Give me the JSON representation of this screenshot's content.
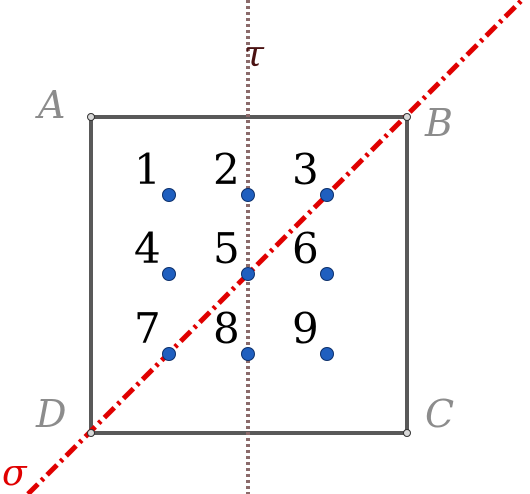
{
  "square": {
    "vertices": [
      "A",
      "B",
      "C",
      "D"
    ],
    "stroke_color": "#595959"
  },
  "axes": {
    "tau": {
      "label": "τ",
      "color": "#8b6b6b"
    },
    "sigma": {
      "label": "σ",
      "color": "#e00000"
    }
  },
  "cells": [
    {
      "label": "1"
    },
    {
      "label": "2"
    },
    {
      "label": "3"
    },
    {
      "label": "4"
    },
    {
      "label": "5"
    },
    {
      "label": "6"
    },
    {
      "label": "7"
    },
    {
      "label": "8"
    },
    {
      "label": "9"
    }
  ],
  "dot_color": "#1f5fbf"
}
